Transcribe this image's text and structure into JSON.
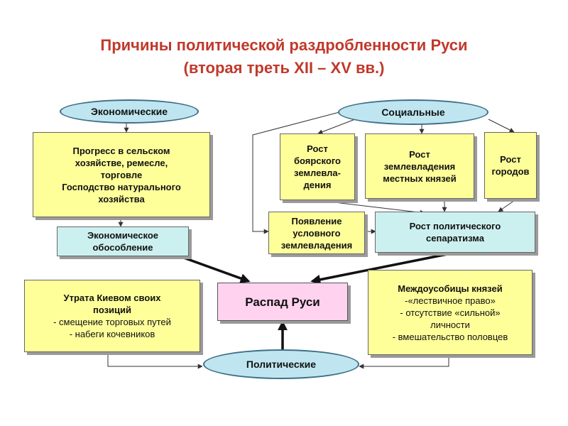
{
  "title": {
    "line1": "Причины политической раздробленности Руси",
    "line2": "(вторая треть XII – XV вв.)"
  },
  "categories": {
    "economic": "Экономические",
    "social": "Социальные",
    "political": "Политические"
  },
  "economic": {
    "progress": [
      "Прогресс в сельском",
      "хозяйстве, ремесле,",
      "торговле",
      "Господство натурального",
      "хозяйства"
    ],
    "isolation": [
      "Экономическое",
      "обособление"
    ]
  },
  "social": {
    "boyar": [
      "Рост",
      "боярского",
      "землевла-",
      "дения"
    ],
    "princes": [
      "Рост",
      "землевладения",
      "местных князей"
    ],
    "cities": [
      "Рост",
      "городов"
    ],
    "conditional": [
      "Появление",
      "условного",
      "землевладения"
    ],
    "separatism": [
      "Рост политического",
      "сепаратизма"
    ]
  },
  "center": {
    "label": "Распад Руси"
  },
  "political": {
    "kiev": {
      "heading": [
        "Утрата Киевом своих",
        "позиций"
      ],
      "items": [
        "- смещение торговых путей",
        "- набеги кочевников"
      ]
    },
    "strife": {
      "heading": "Междоусобицы князей",
      "items": [
        "-«лествичное право»",
        "- отсутствие «сильной»",
        "личности",
        "- вмешательство половцев"
      ]
    }
  }
}
